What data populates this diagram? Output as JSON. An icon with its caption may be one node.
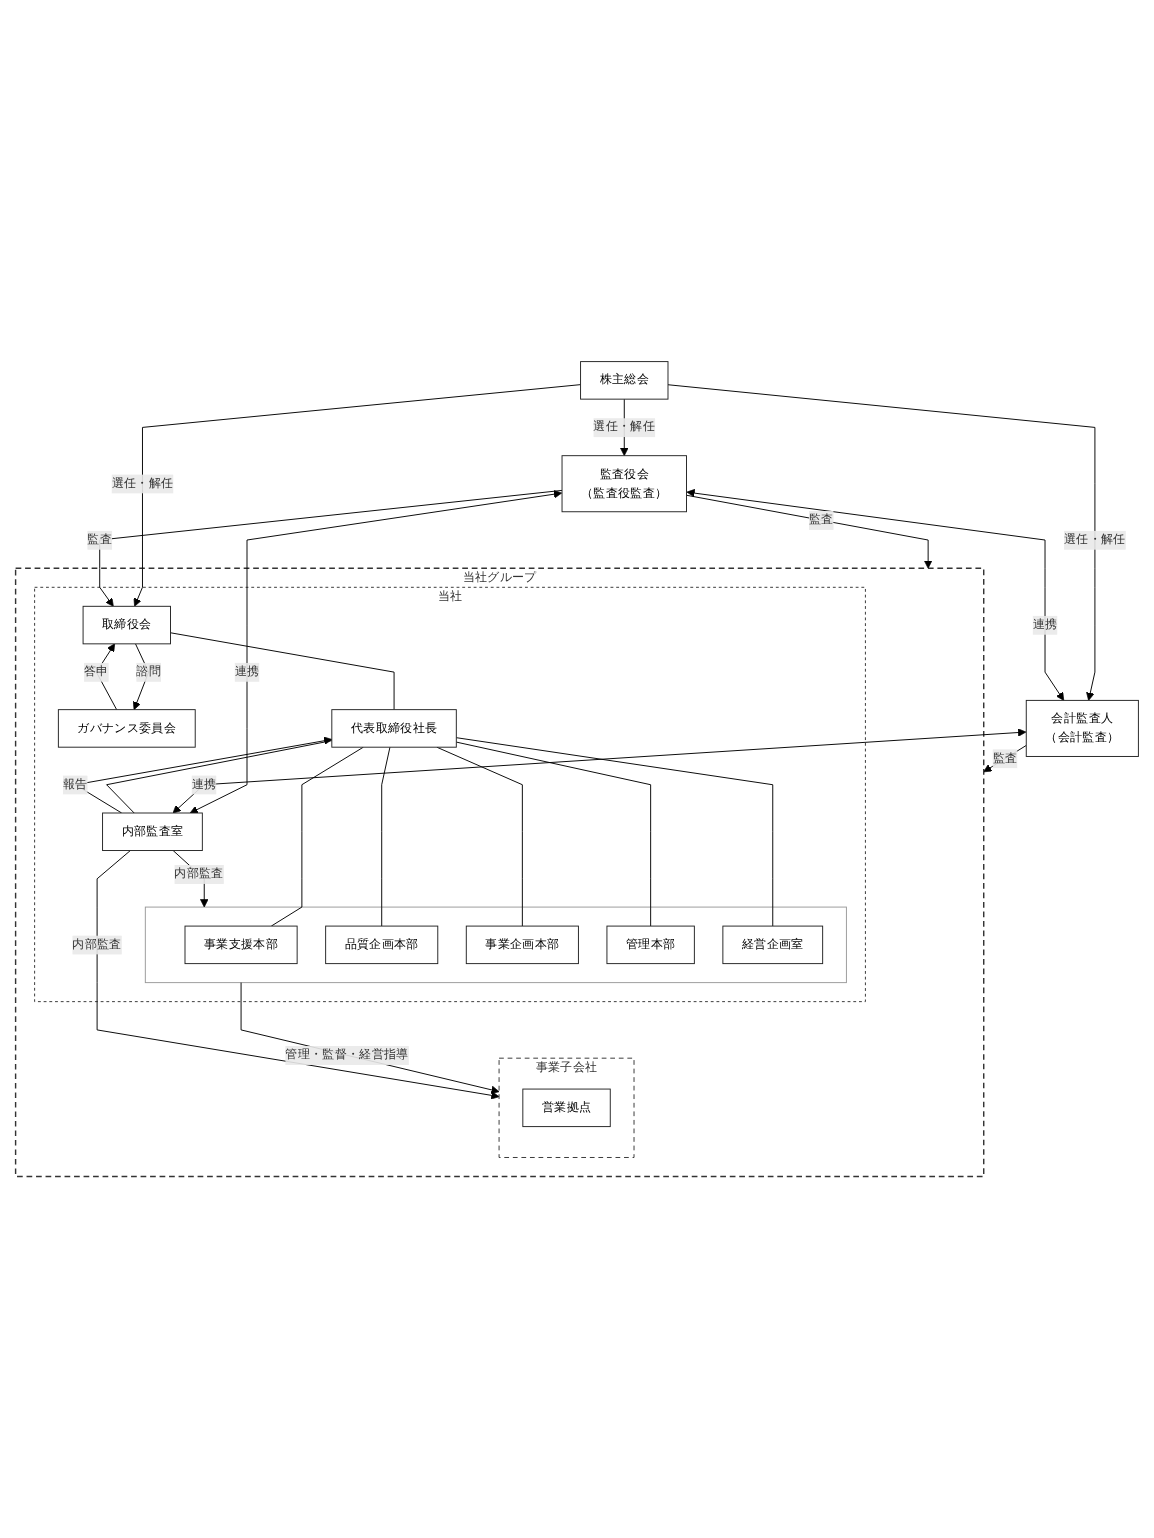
{
  "diagram": {
    "nodes": [
      {
        "text": [
          "株主総会"
        ]
      },
      {
        "text": [
          "監査役会",
          "（監査役監査）"
        ]
      },
      {
        "text": [
          "会計監査人",
          "（会計監査）"
        ]
      },
      {
        "text": [
          "当社グループ"
        ]
      },
      {
        "text": [
          "当社"
        ],
        "in": 3
      },
      {
        "text": [
          "ガバナンス委員会"
        ],
        "in": 4
      },
      {
        "text": [
          "取締役会"
        ],
        "in": 4
      },
      {
        "text": [
          "代表取締役社長"
        ],
        "in": 4
      },
      {
        "text": [
          "内部監査室"
        ],
        "in": 4
      },
      {
        "text": [],
        "shape": "box",
        "in": 4
      },
      {
        "text": [
          "事業支援本部"
        ],
        "in": 9
      },
      {
        "text": [
          "品質企画本部"
        ],
        "in": 9
      },
      {
        "text": [
          "事業企画本部"
        ],
        "in": 9
      },
      {
        "text": [
          "管理本部"
        ],
        "in": 9
      },
      {
        "text": [
          "経営企画室"
        ],
        "in": 9
      },
      {
        "text": [
          "事業子会社"
        ],
        "in": 3
      },
      {
        "text": [
          "営業拠点"
        ],
        "in": 15
      }
    ],
    "edges": [
      {
        "from": 0,
        "to": 6,
        "arrow": "to",
        "label": "選任・解任"
      },
      {
        "from": 0,
        "to": 1,
        "arrow": "to",
        "label": "選任・解任"
      },
      {
        "from": 0,
        "to": 2,
        "arrow": "to",
        "label": "選任・解任"
      },
      {
        "from": 1,
        "to": 2,
        "arrow": "both",
        "label": "連携"
      },
      {
        "from": 1,
        "to": 6,
        "arrow": "to",
        "label": "監査"
      },
      {
        "from": 1,
        "to": 3,
        "arrow": "to",
        "label": "監査"
      },
      {
        "from": 2,
        "to": 3,
        "arrow": "to",
        "label": "監査"
      },
      {
        "from": 6,
        "to": 5,
        "arrow": "to",
        "label": "諮問"
      },
      {
        "from": 5,
        "to": 6,
        "arrow": "to",
        "label": "答申"
      },
      {
        "from": 1,
        "to": 8,
        "arrow": "both",
        "label": "連携"
      },
      {
        "from": 2,
        "to": 8,
        "arrow": "both",
        "label": "連携"
      },
      {
        "from": 6,
        "to": 7,
        "arrow": "none"
      },
      {
        "from": 8,
        "to": 7,
        "arrow": "to",
        "label": "報告"
      },
      {
        "from": 7,
        "to": 8,
        "arrow": "none"
      },
      {
        "from": 8,
        "to": 9,
        "arrow": "to",
        "label": "内部監査"
      },
      {
        "from": 7,
        "to": 10,
        "arrow": "none"
      },
      {
        "from": 7,
        "to": 11,
        "arrow": "none"
      },
      {
        "from": 7,
        "to": 12,
        "arrow": "none"
      },
      {
        "from": 7,
        "to": 13,
        "arrow": "none"
      },
      {
        "from": 7,
        "to": 14,
        "arrow": "none"
      },
      {
        "from": 9,
        "to": 15,
        "arrow": "to",
        "label": "管理・監督・経営指導"
      },
      {
        "from": 8,
        "to": 15,
        "arrow": "to",
        "label": "内部監査"
      }
    ]
  }
}
